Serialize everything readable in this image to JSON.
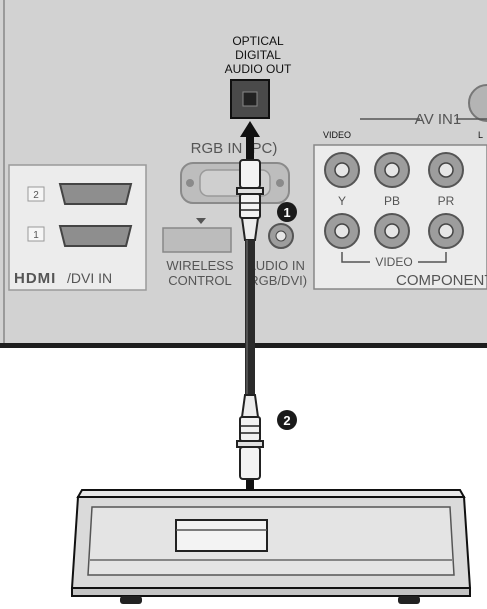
{
  "panel": {
    "optical_line1": "OPTICAL",
    "optical_line2": "DIGITAL",
    "optical_line3": "AUDIO OUT",
    "rgb_in_pc": "RGB IN (PC)",
    "av_in1": "AV IN1",
    "video_label": "VIDEO",
    "hdmi_port_2": "2",
    "hdmi_port_1": "1",
    "hdmi_logo": "HDMI",
    "dvi_in": "/DVI IN",
    "wireless_line1": "WIRELESS",
    "wireless_line2": "CONTROL",
    "audio_in_line1": "AUDIO IN",
    "audio_in_line2": "(RGB/DVI)",
    "component": "COMPONENT",
    "y_label": "Y",
    "pb_label": "PB",
    "pr_label": "PR",
    "component_video": "VIDEO",
    "partial_label_u": "L"
  },
  "steps": {
    "step1": "1",
    "step2": "2"
  },
  "colors": {
    "panel_bg": "#cfcfcf",
    "panel_border": "#222222",
    "cable": "#2b2b2b",
    "badge": "#1a1a1a",
    "device_bg": "#d9d9d9"
  }
}
